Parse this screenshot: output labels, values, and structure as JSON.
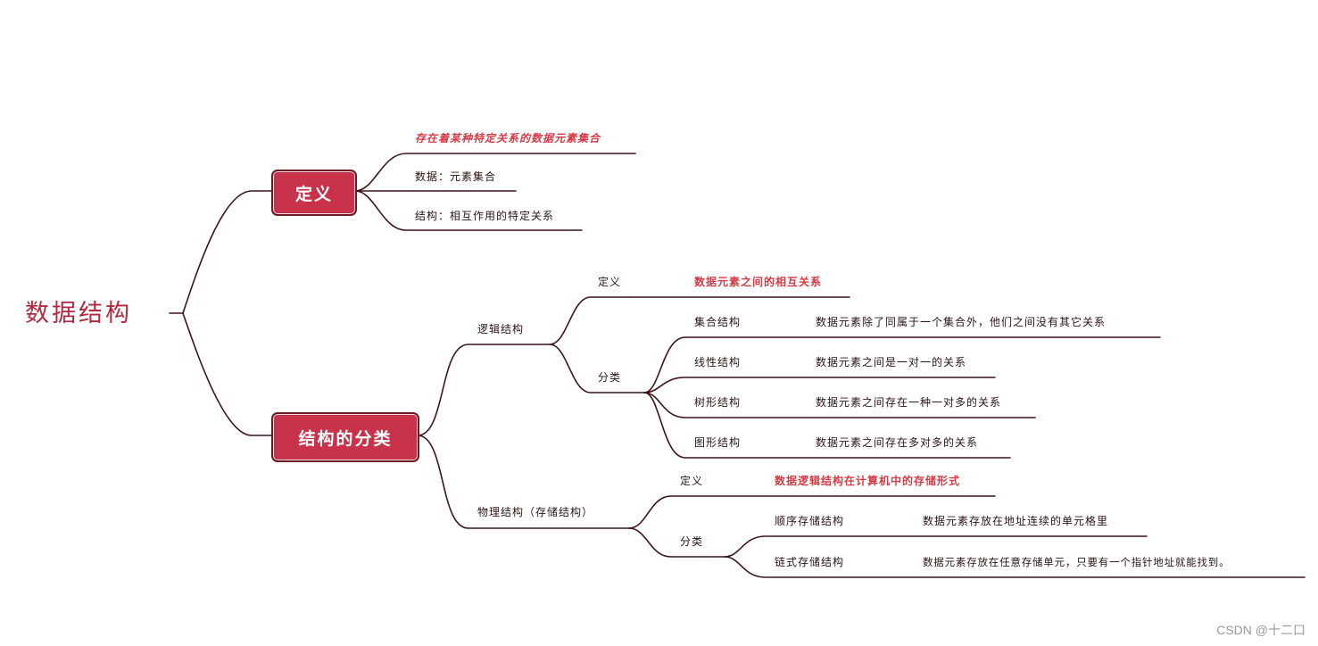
{
  "root": "数据结构",
  "definition": {
    "label": "定义",
    "items": [
      "存在着某种特定关系的数据元素集合",
      "数据：元素集合",
      "结构：相互作用的特定关系"
    ]
  },
  "classification": {
    "label": "结构的分类",
    "logical": {
      "label": "逻辑结构",
      "def_label": "定义",
      "def_text": "数据元素之间的相互关系",
      "cat_label": "分类",
      "types": [
        {
          "name": "集合结构",
          "desc": "数据元素除了同属于一个集合外，他们之间没有其它关系"
        },
        {
          "name": "线性结构",
          "desc": "数据元素之间是一对一的关系"
        },
        {
          "name": "树形结构",
          "desc": "数据元素之间存在一种一对多的关系"
        },
        {
          "name": "图形结构",
          "desc": "数据元素之间存在多对多的关系"
        }
      ]
    },
    "physical": {
      "label": "物理结构（存储结构）",
      "def_label": "定义",
      "def_text": "数据逻辑结构在计算机中的存储形式",
      "cat_label": "分类",
      "types": [
        {
          "name": "顺序存储结构",
          "desc": "数据元素存放在地址连续的单元格里"
        },
        {
          "name": "链式存储结构",
          "desc": "数据元素存放在任意存储单元，只要有一个指针地址就能找到。"
        }
      ]
    }
  },
  "watermark": "CSDN @十二口",
  "colors": {
    "line": "#3d1418",
    "accent": "#c8324a",
    "red_text": "#d63a45",
    "root": "#b3283f"
  }
}
